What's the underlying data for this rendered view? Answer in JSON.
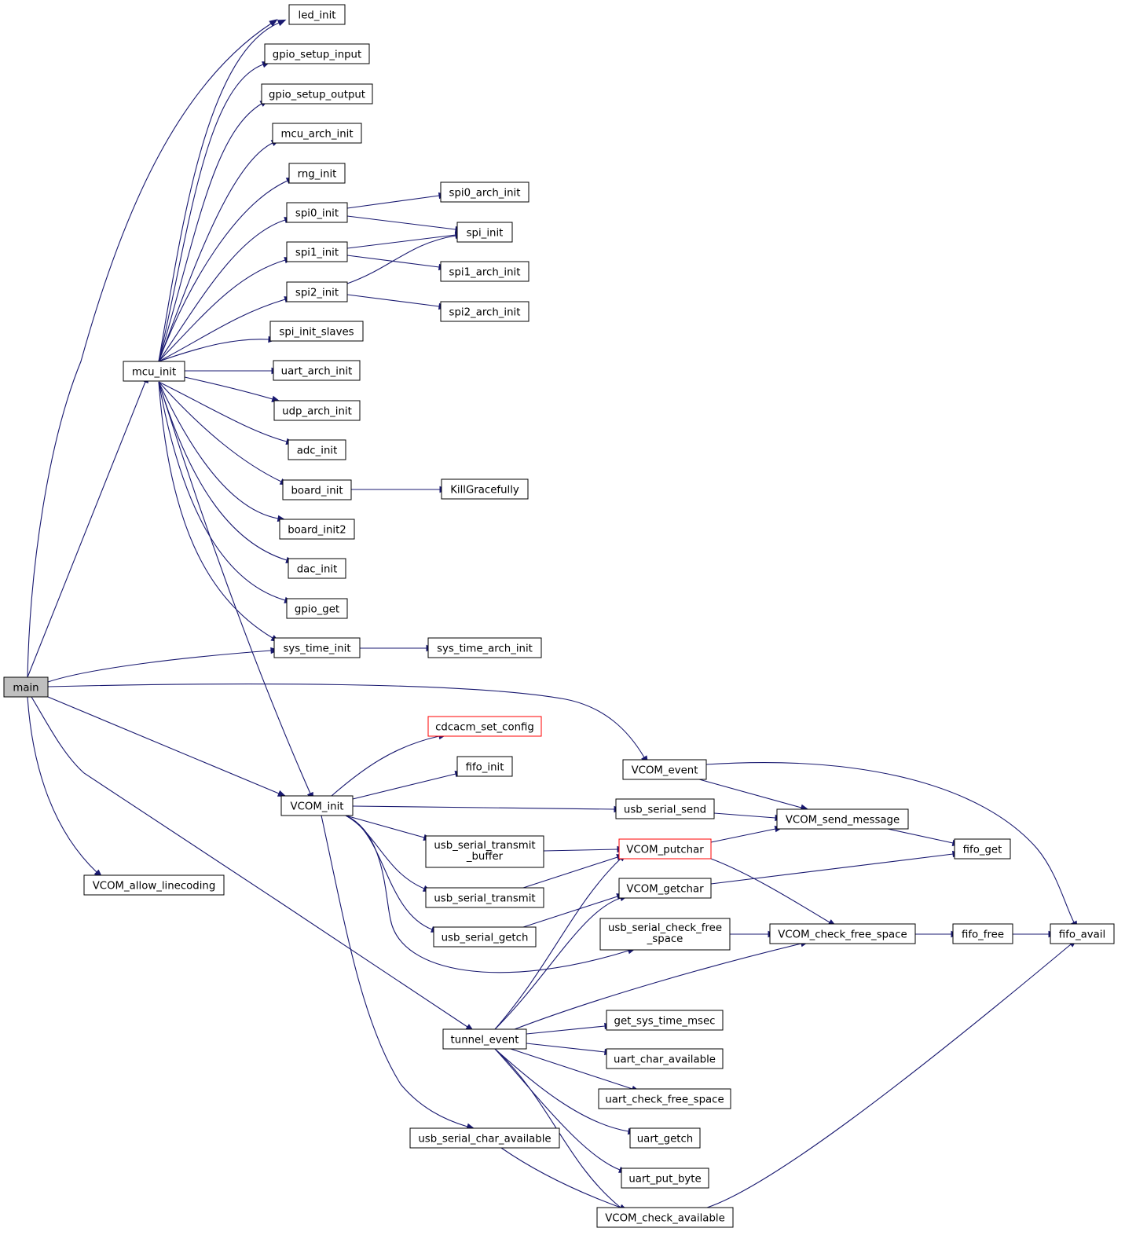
{
  "colors": {
    "edge": "#191970",
    "node_border": "#000000",
    "highlight_border": "#ff0000",
    "root_fill": "#bfbfbf",
    "node_fill": "#ffffff"
  },
  "nodes": {
    "main": "main",
    "mcu_init": "mcu_init",
    "led_init": "led_init",
    "gpio_setup_input": "gpio_setup_input",
    "gpio_setup_output": "gpio_setup_output",
    "mcu_arch_init": "mcu_arch_init",
    "rng_init": "rng_init",
    "spi0_init": "spi0_init",
    "spi1_init": "spi1_init",
    "spi2_init": "spi2_init",
    "spi_init_slaves": "spi_init_slaves",
    "uart_arch_init": "uart_arch_init",
    "udp_arch_init": "udp_arch_init",
    "adc_init": "adc_init",
    "board_init": "board_init",
    "board_init2": "board_init2",
    "dac_init": "dac_init",
    "gpio_get": "gpio_get",
    "sys_time_init": "sys_time_init",
    "spi0_arch_init": "spi0_arch_init",
    "spi_init": "spi_init",
    "spi1_arch_init": "spi1_arch_init",
    "spi2_arch_init": "spi2_arch_init",
    "KillGracefully": "KillGracefully",
    "sys_time_arch_init": "sys_time_arch_init",
    "VCOM_init": "VCOM_init",
    "VCOM_allow_linecoding": "VCOM_allow_linecoding",
    "tunnel_event": "tunnel_event",
    "usb_serial_char_available": "usb_serial_char_available",
    "cdcacm_set_config": "cdcacm_set_config",
    "fifo_init": "fifo_init",
    "usb_serial_transmit_buffer": [
      "usb_serial_transmit",
      "_buffer"
    ],
    "usb_serial_transmit": "usb_serial_transmit",
    "usb_serial_getch": "usb_serial_getch",
    "VCOM_event": "VCOM_event",
    "usb_serial_send": "usb_serial_send",
    "VCOM_putchar": "VCOM_putchar",
    "VCOM_getchar": "VCOM_getchar",
    "usb_serial_check_free_space": [
      "usb_serial_check_free",
      "_space"
    ],
    "get_sys_time_msec": "get_sys_time_msec",
    "uart_char_available": "uart_char_available",
    "uart_check_free_space": "uart_check_free_space",
    "uart_getch": "uart_getch",
    "uart_put_byte": "uart_put_byte",
    "VCOM_check_available": "VCOM_check_available",
    "VCOM_send_message": "VCOM_send_message",
    "VCOM_check_free_space": "VCOM_check_free_space",
    "fifo_get": "fifo_get",
    "fifo_free": "fifo_free",
    "fifo_avail": "fifo_avail"
  }
}
